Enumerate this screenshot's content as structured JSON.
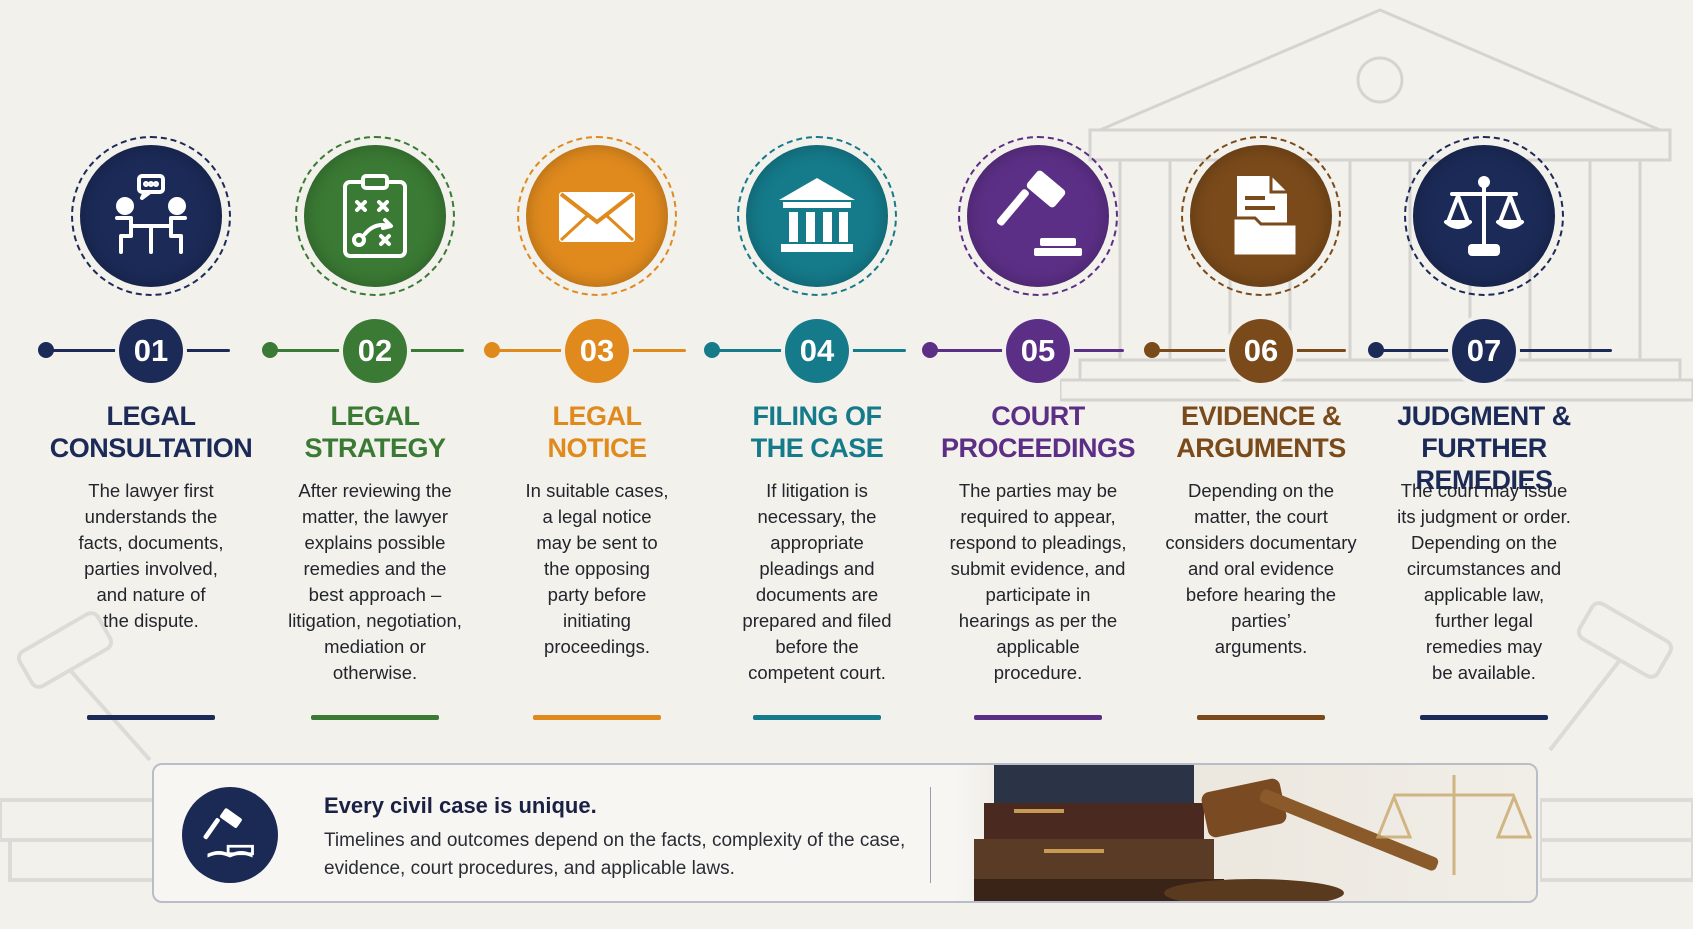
{
  "colors": {
    "navy": "#1b2a57",
    "green": "#3a7a34",
    "orange": "#e08a1e",
    "teal": "#157a8a",
    "purple": "#5c2f86",
    "brown": "#7a4a1a"
  },
  "steps": [
    {
      "number": "01",
      "title_line1": "LEGAL",
      "title_line2": "CONSULTATION",
      "icon": "consultation-icon",
      "color": "#1b2a57",
      "desc": [
        "The lawyer first",
        "understands the",
        "facts, documents,",
        "parties involved,",
        "and nature of",
        "the dispute."
      ]
    },
    {
      "number": "02",
      "title_line1": "LEGAL",
      "title_line2": "STRATEGY",
      "icon": "strategy-clipboard-icon",
      "color": "#3a7a34",
      "desc": [
        "After reviewing the",
        "matter, the lawyer",
        "explains possible",
        "remedies and the",
        "best approach –",
        "litigation, negotiation,",
        "mediation or",
        "otherwise."
      ]
    },
    {
      "number": "03",
      "title_line1": "LEGAL",
      "title_line2": "NOTICE",
      "icon": "envelope-icon",
      "color": "#e08a1e",
      "desc": [
        "In suitable cases,",
        "a legal notice",
        "may be sent to",
        "the opposing",
        "party before",
        "initiating",
        "proceedings."
      ]
    },
    {
      "number": "04",
      "title_line1": "FILING OF",
      "title_line2": "THE CASE",
      "icon": "courthouse-icon",
      "color": "#157a8a",
      "desc": [
        "If litigation is",
        "necessary, the",
        "appropriate",
        "pleadings and",
        "documents are",
        "prepared and filed",
        "before the",
        "competent court."
      ]
    },
    {
      "number": "05",
      "title_line1": "COURT",
      "title_line2": "PROCEEDINGS",
      "icon": "gavel-icon",
      "color": "#5c2f86",
      "desc": [
        "The parties may be",
        "required to appear,",
        "respond to pleadings,",
        "submit evidence, and",
        "participate in",
        "hearings as per the",
        "applicable",
        "procedure."
      ]
    },
    {
      "number": "06",
      "title_line1": "EVIDENCE &",
      "title_line2": "ARGUMENTS",
      "icon": "document-folder-icon",
      "color": "#7a4a1a",
      "desc": [
        "Depending on the",
        "matter, the court",
        "considers documentary",
        "and oral evidence",
        "before hearing the",
        "parties’",
        "arguments."
      ]
    },
    {
      "number": "07",
      "title_line1": "JUDGMENT &",
      "title_line2": "FURTHER REMEDIES",
      "icon": "scales-icon",
      "color": "#1b2a57",
      "desc": [
        "The court may issue",
        "its judgment or order.",
        "Depending on the",
        "circumstances and",
        "applicable law,",
        "further legal",
        "remedies may",
        "be available."
      ]
    }
  ],
  "banner": {
    "icon": "gavel-book-icon",
    "title": "Every civil case is unique.",
    "text_line1": "Timelines and outcomes depend on the facts, complexity of the case,",
    "text_line2": "evidence, court procedures, and applicable laws."
  }
}
